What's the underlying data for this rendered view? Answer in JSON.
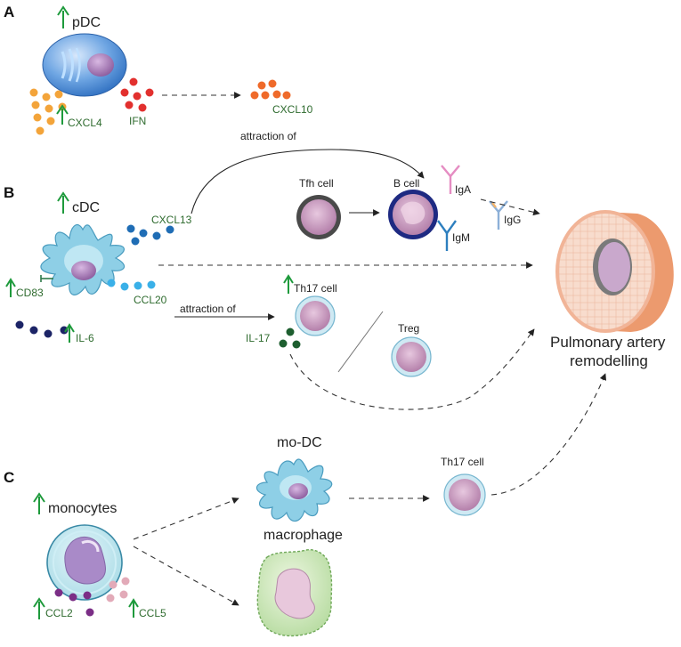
{
  "panels": {
    "a": "A",
    "b": "B",
    "c": "C"
  },
  "labels": {
    "pdc": "pDC",
    "cxcl4": "CXCL4",
    "ifn": "IFN",
    "cxcl10": "CXCL10",
    "attraction_top": "attraction of",
    "cdc": "cDC",
    "cxcl13": "CXCL13",
    "tfh": "Tfh cell",
    "bcell": "B cell",
    "iga": "IgA",
    "igg": "IgG",
    "igm": "IgM",
    "cd83": "CD83",
    "ccl20": "CCL20",
    "il6": "IL-6",
    "attraction_mid": "attraction of",
    "th17_b": "Th17 cell",
    "il17": "IL-17",
    "treg": "Treg",
    "pa_line1": "Pulmonary artery",
    "pa_line2": "remodelling",
    "modc": "mo-DC",
    "th17_c": "Th17 cell",
    "monocytes": "monocytes",
    "macrophage": "macrophage",
    "ccl2": "CCL2",
    "ccl5": "CCL5"
  },
  "colors": {
    "up_arrow": "#1e9a3c",
    "label_green": "#2e6b2e",
    "pdc_body": "#4f8fd6",
    "nucleus": "#9a6aa8",
    "cdc_body": "#8ecfe6",
    "cxcl4_dots": "#f3a43a",
    "ifn_dots": "#e2302e",
    "cxcl10_dots": "#ef6a2a",
    "cxcl13_dots": "#1f6db5",
    "ccl20_dots": "#3ab0e8",
    "il6_dots": "#1c2466",
    "il17_dots": "#1d5e2f",
    "ccl2_dots": "#7b2e86",
    "ccl5_dots": "#e2aab8",
    "artery_outer": "#ec9a6e",
    "artery_face": "#f6d7c8"
  }
}
